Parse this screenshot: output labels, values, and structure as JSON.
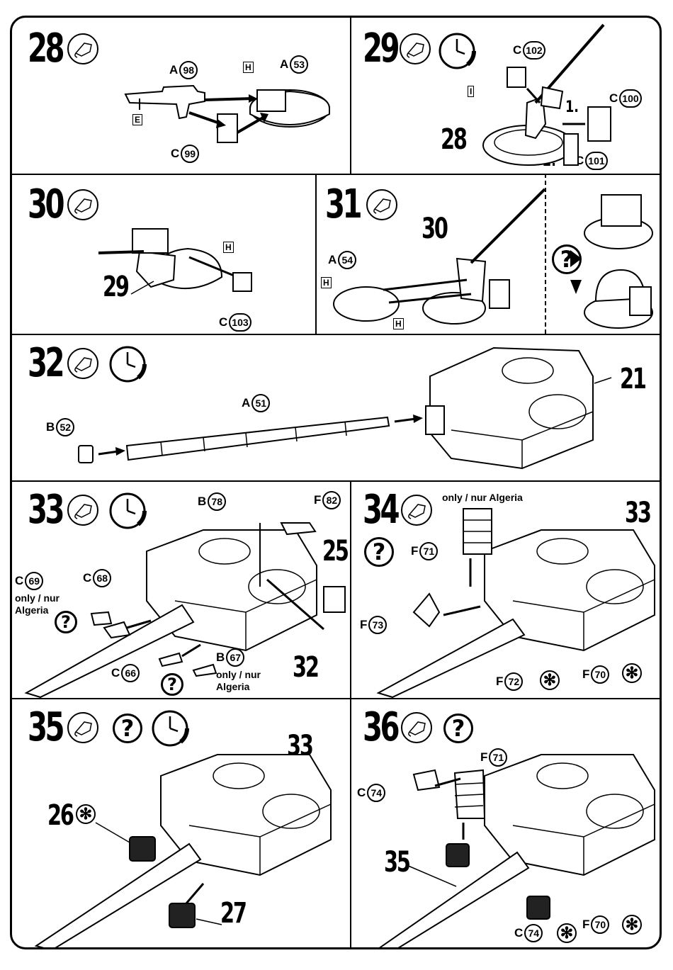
{
  "steps": {
    "s28": {
      "number": "28",
      "parts": [
        {
          "letter": "A",
          "num": "98"
        },
        {
          "letter": "A",
          "num": "53"
        },
        {
          "letter": "C",
          "num": "99"
        }
      ],
      "flags": [
        "H",
        "E"
      ]
    },
    "s29": {
      "number": "29",
      "parts": [
        {
          "letter": "C",
          "num": "102"
        },
        {
          "letter": "C",
          "num": "100"
        },
        {
          "letter": "C",
          "num": "101"
        }
      ],
      "flags": [
        "I"
      ],
      "ref": "28",
      "seq": [
        "1.",
        "2."
      ]
    },
    "s30": {
      "number": "30",
      "parts": [
        {
          "letter": "C",
          "num": "103"
        }
      ],
      "flags": [
        "H"
      ],
      "ref": "29"
    },
    "s31": {
      "number": "31",
      "parts": [
        {
          "letter": "A",
          "num": "54"
        }
      ],
      "flags": [
        "H",
        "H"
      ],
      "ref": "30"
    },
    "s32": {
      "number": "32",
      "parts": [
        {
          "letter": "A",
          "num": "51"
        },
        {
          "letter": "B",
          "num": "52"
        }
      ],
      "ref": "21"
    },
    "s33": {
      "number": "33",
      "parts": [
        {
          "letter": "B",
          "num": "78"
        },
        {
          "letter": "F",
          "num": "82"
        },
        {
          "letter": "C",
          "num": "69"
        },
        {
          "letter": "C",
          "num": "68"
        },
        {
          "letter": "C",
          "num": "66"
        },
        {
          "letter": "B",
          "num": "67"
        }
      ],
      "refs": [
        "25",
        "32"
      ],
      "note1": "only / nur\nAlgeria",
      "note2": "only / nur\nAlgeria"
    },
    "s34": {
      "number": "34",
      "note": "only / nur Algeria",
      "ref": "33",
      "parts": [
        {
          "letter": "F",
          "num": "71"
        },
        {
          "letter": "F",
          "num": "73"
        },
        {
          "letter": "F",
          "num": "72"
        },
        {
          "letter": "F",
          "num": "70"
        }
      ]
    },
    "s35": {
      "number": "35",
      "ref": "33",
      "refs": [
        "26",
        "27"
      ]
    },
    "s36": {
      "number": "36",
      "ref": "35",
      "parts": [
        {
          "letter": "F",
          "num": "71"
        },
        {
          "letter": "C",
          "num": "74"
        },
        {
          "letter": "C",
          "num": "74"
        },
        {
          "letter": "F",
          "num": "70"
        }
      ]
    }
  },
  "icons": {
    "glue": "glue-icon",
    "clock": "drying-time-clock-icon",
    "question": "optional-choice-icon",
    "star": "decal-star-icon",
    "qmark": "?",
    "star_glyph": "✻"
  }
}
